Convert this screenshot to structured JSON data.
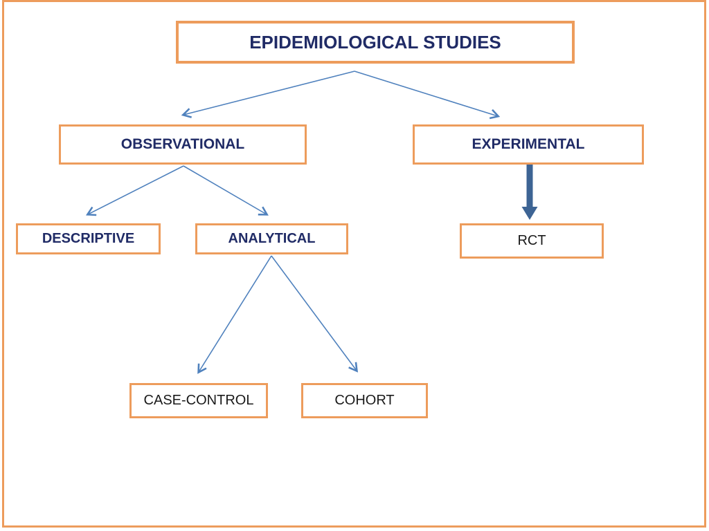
{
  "slide": {
    "title": "EPIDEMIOLOGICAL STUDIES",
    "colors": {
      "frame": "#ED9C5C",
      "box_border": "#ED9C5C",
      "heading_text": "#202B66",
      "body_text": "#1A1A1A",
      "thin_arrow": "#4F81BD",
      "thick_arrow": "#3D6494",
      "background": "#FFFFFF"
    },
    "nodes": {
      "root": "EPIDEMIOLOGICAL STUDIES",
      "observational": "OBSERVATIONAL",
      "experimental": "EXPERIMENTAL",
      "descriptive": "DESCRIPTIVE",
      "analytical": "ANALYTICAL",
      "rct": "RCT",
      "case_control": "CASE-CONTROL",
      "cohort": "COHORT"
    },
    "edges": [
      {
        "from": "root",
        "to": "observational",
        "style": "thin"
      },
      {
        "from": "root",
        "to": "experimental",
        "style": "thin"
      },
      {
        "from": "observational",
        "to": "descriptive",
        "style": "thin"
      },
      {
        "from": "observational",
        "to": "analytical",
        "style": "thin"
      },
      {
        "from": "analytical",
        "to": "case_control",
        "style": "thin"
      },
      {
        "from": "analytical",
        "to": "cohort",
        "style": "thin"
      },
      {
        "from": "experimental",
        "to": "rct",
        "style": "thick"
      }
    ]
  }
}
